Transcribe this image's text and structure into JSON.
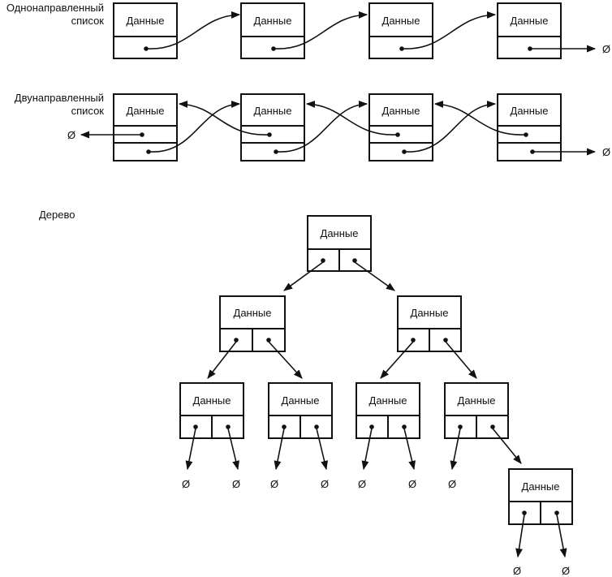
{
  "labels": {
    "singly": [
      "Однонаправленный",
      "список"
    ],
    "doubly": [
      "Двунаправленный",
      "список"
    ],
    "tree": "Дерево"
  },
  "node_label": "Данные",
  "null_symbol": "Ø"
}
